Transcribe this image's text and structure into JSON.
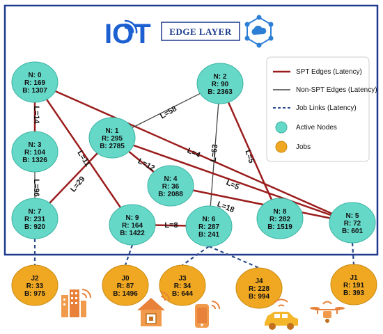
{
  "header": {
    "logo_text": "IOT",
    "title": "EDGE LAYER"
  },
  "legend": {
    "spt": "SPT Edges (Latency)",
    "nonspt": "Non-SPT Edges (Latency)",
    "job_links": "Job Links (Latency)",
    "active": "Active Nodes",
    "jobs": "Jobs"
  },
  "colors": {
    "spt_edge": "#9b1c1c",
    "nonspt_edge": "#444444",
    "job_link": "#2b4a8a",
    "node_fill": "#66d8c8",
    "job_fill": "#f0a823",
    "frame": "#1f3a8f"
  },
  "nodes": [
    {
      "id": "n0",
      "lines": [
        "N: 0",
        "R: 169",
        "B: 1307"
      ]
    },
    {
      "id": "n1",
      "lines": [
        "N: 1",
        "R: 295",
        "B: 2785"
      ]
    },
    {
      "id": "n2",
      "lines": [
        "N: 2",
        "R: 90",
        "B: 2363"
      ]
    },
    {
      "id": "n3",
      "lines": [
        "N: 3",
        "R: 104",
        "B: 1326"
      ]
    },
    {
      "id": "n4",
      "lines": [
        "N: 4",
        "R: 36",
        "B: 2088"
      ]
    },
    {
      "id": "n5",
      "lines": [
        "N: 5",
        "R: 72",
        "B: 601"
      ]
    },
    {
      "id": "n6",
      "lines": [
        "N: 6",
        "R: 287",
        "B: 241"
      ]
    },
    {
      "id": "n7",
      "lines": [
        "N: 7",
        "R: 231",
        "B: 920"
      ]
    },
    {
      "id": "n8",
      "lines": [
        "N: 8",
        "R: 282",
        "B: 1519"
      ]
    },
    {
      "id": "n9",
      "lines": [
        "N: 9",
        "R: 164",
        "B: 1422"
      ]
    }
  ],
  "edges": [
    {
      "from": "n0",
      "to": "n3",
      "type": "spt",
      "label": "L=14"
    },
    {
      "from": "n3",
      "to": "n7",
      "type": "nonspt",
      "label": "L=96"
    },
    {
      "from": "n0",
      "to": "n9",
      "type": "spt",
      "label": "L=11"
    },
    {
      "from": "n0",
      "to": "n5",
      "type": "spt",
      "label": "L=4"
    },
    {
      "from": "n7",
      "to": "n1",
      "type": "spt",
      "label": "L=29"
    },
    {
      "from": "n1",
      "to": "n2",
      "type": "nonspt",
      "label": "L=58"
    },
    {
      "from": "n2",
      "to": "n6",
      "type": "nonspt",
      "label": "L=63"
    },
    {
      "from": "n2",
      "to": "n8",
      "type": "spt",
      "label": "L=5"
    },
    {
      "from": "n1",
      "to": "n4",
      "type": "spt",
      "label": "L=12"
    },
    {
      "from": "n1",
      "to": "n5",
      "type": "spt",
      "label": "L=5"
    },
    {
      "from": "n4",
      "to": "n5",
      "type": "spt",
      "label": "L=18"
    },
    {
      "from": "n9",
      "to": "n6",
      "type": "spt",
      "label": "L=8"
    }
  ],
  "jobs": [
    {
      "id": "j2",
      "lines": [
        "J2",
        "R: 33",
        "B: 975"
      ],
      "node": "n7"
    },
    {
      "id": "j0",
      "lines": [
        "J0",
        "R: 87",
        "B: 1496"
      ],
      "node": "n9"
    },
    {
      "id": "j3",
      "lines": [
        "J3",
        "R: 34",
        "B: 644"
      ],
      "node": "n6"
    },
    {
      "id": "j4",
      "lines": [
        "J4",
        "R: 228",
        "B: 994"
      ],
      "node": "n6"
    },
    {
      "id": "j1",
      "lines": [
        "J1",
        "R: 191",
        "B: 393"
      ],
      "node": "n5"
    }
  ],
  "devices": [
    {
      "icon": "building-icon"
    },
    {
      "icon": "smart-home-icon"
    },
    {
      "icon": "smartphone-icon"
    },
    {
      "icon": "car-icon"
    },
    {
      "icon": "drone-icon"
    }
  ]
}
